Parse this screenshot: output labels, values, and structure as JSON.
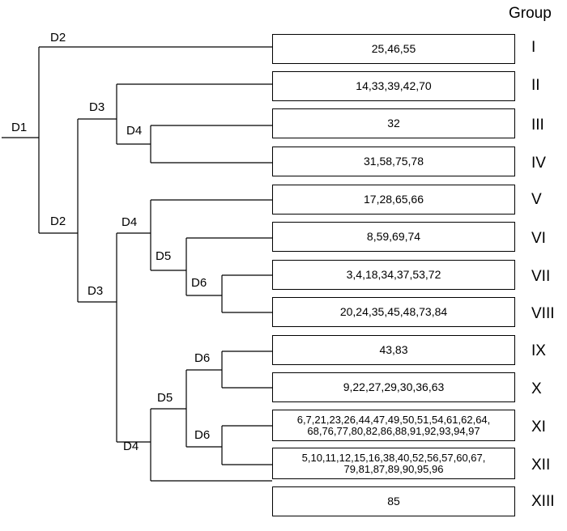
{
  "header": "Group",
  "nodes": {
    "root": "D1",
    "n_top": "D2",
    "n_bottom": "D2",
    "n_d3_top": "D3",
    "n_d4_top": "D4",
    "n_d3_bottom": "D3",
    "n_d4_mid": "D4",
    "n_d5_mid": "D5",
    "n_d6_mid": "D6",
    "n_d4_low": "D4",
    "n_d5_low": "D5",
    "n_d6_low_a": "D6",
    "n_d6_low_b": "D6"
  },
  "groups": [
    {
      "label": "I",
      "members": "25,46,55"
    },
    {
      "label": "II",
      "members": "14,33,39,42,70"
    },
    {
      "label": "III",
      "members": "32"
    },
    {
      "label": "IV",
      "members": "31,58,75,78"
    },
    {
      "label": "V",
      "members": "17,28,65,66"
    },
    {
      "label": "VI",
      "members": "8,59,69,74"
    },
    {
      "label": "VII",
      "members": "3,4,18,34,37,53,72"
    },
    {
      "label": "VIII",
      "members": "20,24,35,45,48,73,84"
    },
    {
      "label": "IX",
      "members": "43,83"
    },
    {
      "label": "X",
      "members": "9,22,27,29,30,36,63"
    },
    {
      "label": "XI",
      "members": "6,7,21,23,26,44,47,49,50,51,54,61,62,64, 68,76,77,80,82,86,88,91,92,93,94,97"
    },
    {
      "label": "XII",
      "members": "5,10,11,12,15,16,38,40,52,56,57,60,67, 79,81,87,89,90,95,96"
    },
    {
      "label": "XIII",
      "members": "85"
    }
  ]
}
